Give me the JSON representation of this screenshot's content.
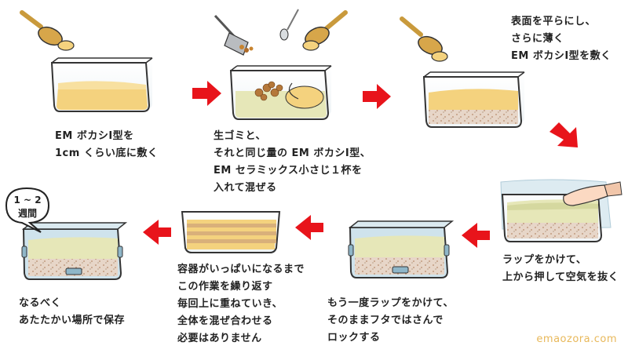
{
  "steps": [
    {
      "lines": [
        "EM ボカシⅠ型を",
        "1cm くらい底に敷く"
      ]
    },
    {
      "lines": [
        "生ゴミと、",
        "それと同じ量の EM ボカシⅠ型、",
        "EM セラミックス小さじ１杯を",
        "入れて混ぜる"
      ]
    },
    {
      "lines": [
        "表面を平らにし、",
        "さらに薄く",
        "EM ボカシⅠ型を敷く"
      ]
    },
    {
      "lines": [
        "ラップをかけて、",
        "上から押して空気を抜く"
      ]
    },
    {
      "lines": [
        "もう一度ラップをかけて、",
        "そのままフタではさんで",
        "ロックする"
      ]
    },
    {
      "lines": [
        "容器がいっぱいになるまで",
        "この作業を繰り返す",
        "毎回上に重ねていき、",
        "全体を混ぜ合わせる",
        "必要はありません"
      ]
    },
    {
      "lines": [
        "なるべく",
        "あたたかい場所で保存"
      ]
    }
  ],
  "bubble": {
    "line1": "1 ~ 2",
    "line2": "週間"
  },
  "watermark": "emaozora.com",
  "colors": {
    "arrow": "#e8141b",
    "bokashi": "#f4d27e",
    "liquid": "#e6e7b8",
    "container": "#333333",
    "wrap": "#cfe3ec"
  }
}
